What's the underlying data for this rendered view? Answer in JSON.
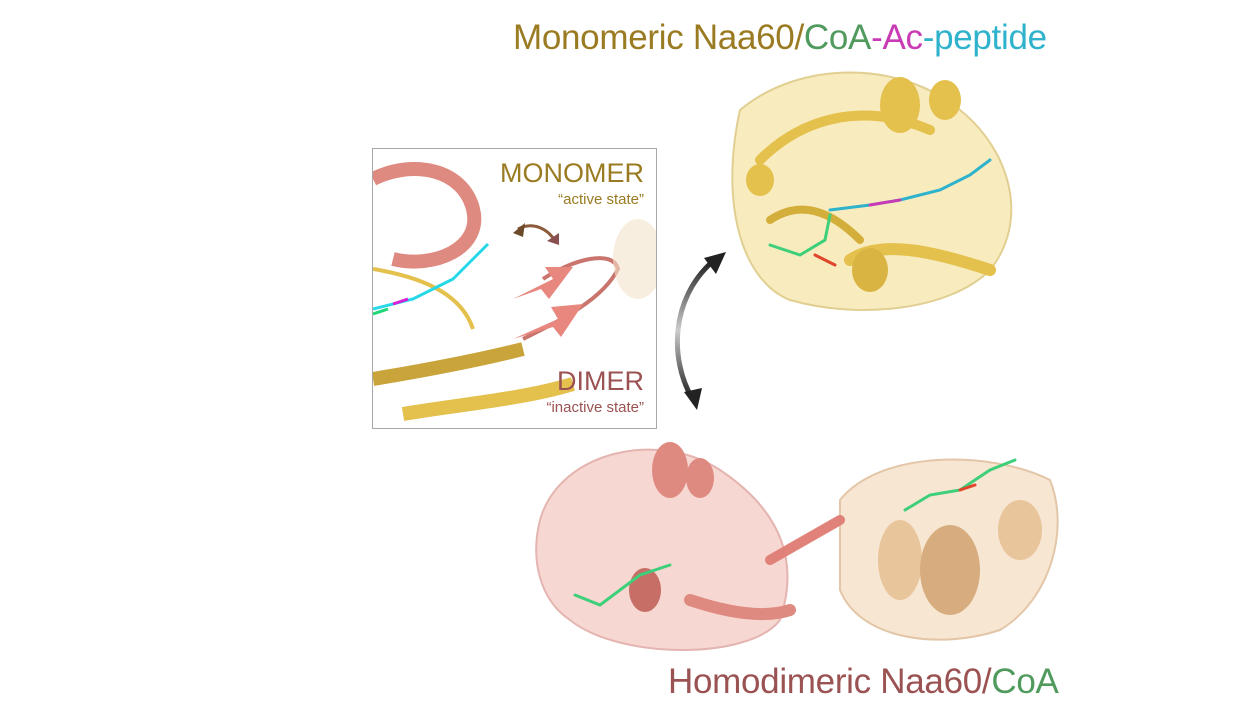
{
  "top_title": {
    "part1": "Monomeric Naa60",
    "sep1": "/",
    "part2": "CoA",
    "sep2": "-",
    "part3": "Ac",
    "sep3": "-",
    "part4": "peptide"
  },
  "bottom_title": {
    "part1": "Homodimeric Naa60",
    "sep1": "/",
    "part2": "CoA"
  },
  "inset": {
    "monomer_label": "MONOMER",
    "monomer_state": "“active state”",
    "dimer_label": "DIMER",
    "dimer_state": "“inactive state”"
  },
  "colors": {
    "monomer": "#9a7b22",
    "coa": "#4f9a5c",
    "acetyl": "#c93bb5",
    "peptide": "#2fb2cc",
    "dimer": "#9b5252",
    "gold_protein": "#e4c04c",
    "salmon_protein": "#df8a80",
    "tan_protein": "#e9c59c"
  }
}
